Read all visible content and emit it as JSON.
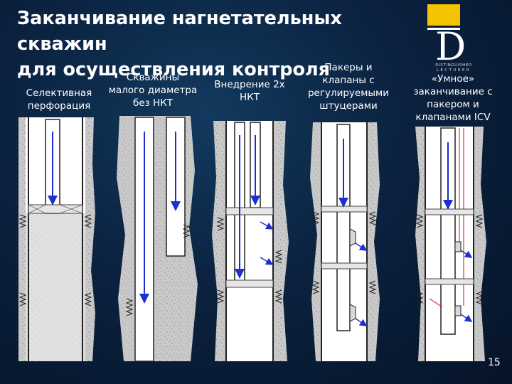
{
  "slide": {
    "title_line1": "Заканчивание нагнетательных скважин",
    "title_line2": "для осуществления контроля",
    "page_number": "15"
  },
  "logo": {
    "letter": "D",
    "text_line1": "DISTINGUISHED",
    "text_line2": "LECTURER"
  },
  "columns": [
    {
      "lines": [
        "Селективная",
        "перфорация"
      ]
    },
    {
      "lines": [
        "Скважины",
        "малого диаметра",
        "без НКТ"
      ]
    },
    {
      "lines": [
        "Внедрение 2х",
        "НКТ"
      ]
    },
    {
      "lines": [
        "Пакеры и",
        "клапаны с",
        "регулируемыми",
        "штуцерами"
      ]
    },
    {
      "lines": [
        "«Умное»",
        "заканчивание с",
        "пакером и",
        "клапанами ICV"
      ]
    }
  ],
  "colors": {
    "background": "#0b2240",
    "rock": "#c9c9c9",
    "flow_arrow": "#1e2fd0",
    "icv_line": "#d23a3a",
    "logo_accent": "#f5c400"
  }
}
